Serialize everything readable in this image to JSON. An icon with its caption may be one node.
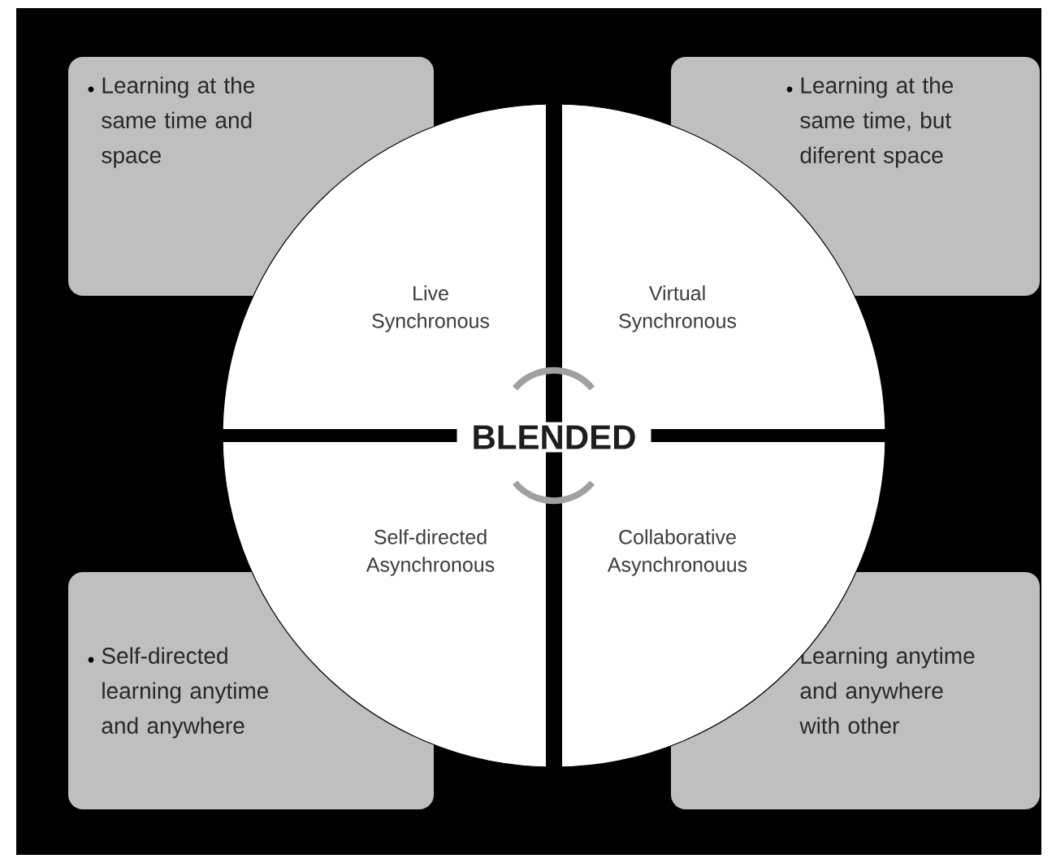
{
  "diagram": {
    "nodes": [
      {
        "text": [
          "Learning at the same time and space"
        ]
      },
      {
        "text": [
          "Learning at the same time, but diferent space"
        ]
      },
      {
        "text": [
          "Self-directed learning anytime and anywhere"
        ]
      },
      {
        "text": [
          "Learning anytime and anywhere with other"
        ]
      },
      {
        "text": [
          "Live Synchronous"
        ]
      },
      {
        "text": [
          "Virtual Synchronous"
        ]
      },
      {
        "text": [
          "Self-directed Asynchronous"
        ]
      },
      {
        "text": [
          "Collaborative Asynchronouus"
        ]
      },
      {
        "text": [
          "BLENDED"
        ]
      }
    ],
    "edges": []
  }
}
